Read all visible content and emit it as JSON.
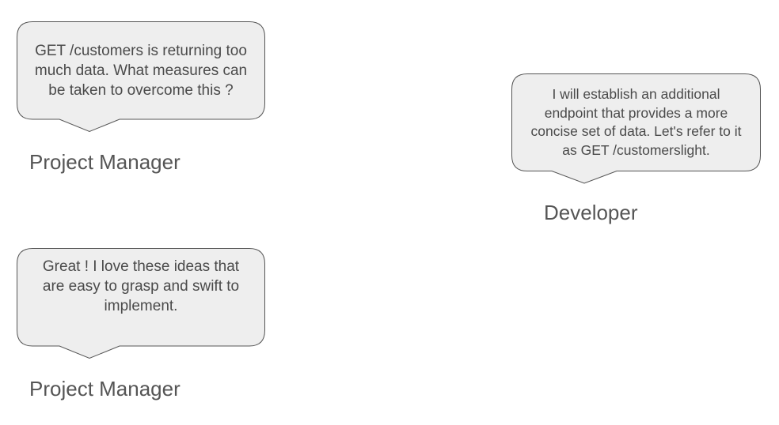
{
  "conversation": [
    {
      "speaker": "Project Manager",
      "message": "GET /customers is returning too much data. What measures can be taken to overcome this ?"
    },
    {
      "speaker": "Developer",
      "message": "I will establish an additional endpoint that provides a more concise set of data. Let's refer to it as GET /customerslight."
    },
    {
      "speaker": "Project Manager",
      "message": "Great ! I love these ideas that are easy to grasp and swift to implement."
    }
  ],
  "colors": {
    "bubble_fill": "#eeeeee",
    "bubble_stroke": "#555555",
    "text": "#4a4a4a",
    "speaker_text": "#555555"
  }
}
